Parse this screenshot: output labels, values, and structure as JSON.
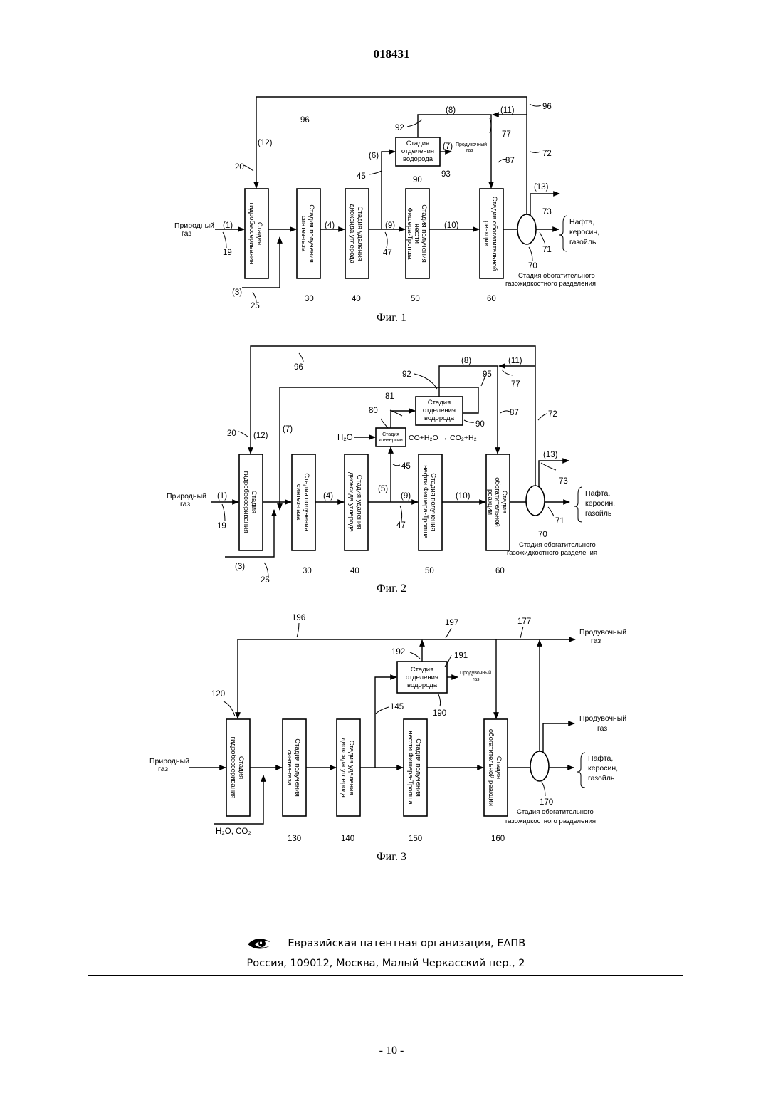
{
  "header": {
    "patent_number": "018431"
  },
  "fig1": {
    "caption": "Фиг. 1",
    "boxes": {
      "hydro": [
        "Стадия",
        "гидробессеривания"
      ],
      "syngas": [
        "Стадия получения",
        "синтез-газа"
      ],
      "co2": [
        "Стадия удаления",
        "диоксида углерода"
      ],
      "ft": [
        "Стадия получения",
        "нефти",
        "Фишера-Тропша"
      ],
      "upgrade": [
        "Стадия обогатительной",
        "реакции"
      ],
      "h2sep": [
        "Стадия",
        "отделения",
        "водорода"
      ]
    },
    "streams": [
      "(1)",
      "(3)",
      "(4)",
      "(6)",
      "(7)",
      "(8)",
      "(9)",
      "(10)",
      "(11)",
      "(12)",
      "(13)"
    ],
    "refs": [
      "19",
      "20",
      "25",
      "30",
      "40",
      "45",
      "47",
      "50",
      "60",
      "70",
      "71",
      "72",
      "73",
      "77",
      "87",
      "90",
      "92",
      "93",
      "96",
      "96"
    ],
    "natural_gas": [
      "Природный",
      "газ"
    ],
    "purge_gas": [
      "Продувочный",
      "газ"
    ],
    "products": [
      "Нафта,",
      "керосин,",
      "газойль"
    ],
    "separation": [
      "Стадия обогатительного",
      "газожидкостного разделения"
    ]
  },
  "fig2": {
    "caption": "Фиг. 2",
    "boxes": {
      "hydro": [
        "Стадия",
        "гидробессеривания"
      ],
      "syngas": [
        "Стадия получения",
        "синтез-газа"
      ],
      "co2": [
        "Стадия удаления",
        "диоксида углерода"
      ],
      "ft": [
        "Стадия получения",
        "нефти Фишера-Тропша"
      ],
      "upgrade": [
        "Стадия",
        "обогатительной",
        "реакции"
      ],
      "h2sep": [
        "Стадия",
        "отделения",
        "водорода"
      ],
      "shift": [
        "Стадия",
        "конверсии"
      ]
    },
    "reaction": "CO+H₂O → CO₂+H₂",
    "water": "H₂O",
    "streams": [
      "(1)",
      "(3)",
      "(4)",
      "(5)",
      "(7)",
      "(8)",
      "(9)",
      "(10)",
      "(11)",
      "(12)",
      "(13)"
    ],
    "refs": [
      "19",
      "20",
      "25",
      "30",
      "40",
      "45",
      "47",
      "50",
      "60",
      "70",
      "71",
      "72",
      "73",
      "77",
      "80",
      "81",
      "87",
      "90",
      "92",
      "95",
      "96"
    ],
    "natural_gas": [
      "Природный",
      "газ"
    ],
    "products": [
      "Нафта,",
      "керосин,",
      "газойль"
    ],
    "separation": [
      "Стадия обогатительного",
      "газожидкостного разделения"
    ]
  },
  "fig3": {
    "caption": "Фиг. 3",
    "boxes": {
      "hydro": [
        "Стадия",
        "гидробессеривания"
      ],
      "syngas": [
        "Стадия получения",
        "синтез-газа"
      ],
      "co2": [
        "Стадия удаления",
        "диоксида углерода"
      ],
      "ft": [
        "Стадия получения",
        "нефти Фишера-Тропша"
      ],
      "upgrade": [
        "Стадия",
        "обогатительной реакции"
      ],
      "h2sep": [
        "Стадия",
        "отделения",
        "водорода"
      ]
    },
    "feed": "H₂O, CO₂",
    "refs": [
      "120",
      "130",
      "140",
      "145",
      "150",
      "160",
      "170",
      "177",
      "190",
      "191",
      "192",
      "196",
      "197"
    ],
    "natural_gas": [
      "Природный",
      "газ"
    ],
    "purge_top": [
      "Продувочный",
      "газ"
    ],
    "purge_small": [
      "Продувочный",
      "газ"
    ],
    "purge_right": [
      "Продувочный",
      "газ"
    ],
    "products": [
      "Нафта,",
      "керосин,",
      "газойль"
    ],
    "separation": [
      "Стадия обогатительного",
      "газожидкостного разделения"
    ]
  },
  "footer": {
    "organization": "Евразийская патентная организация, ЕАПВ",
    "address": "Россия, 109012, Москва, Малый Черкасский пер., 2"
  },
  "page_number": "- 10 -"
}
